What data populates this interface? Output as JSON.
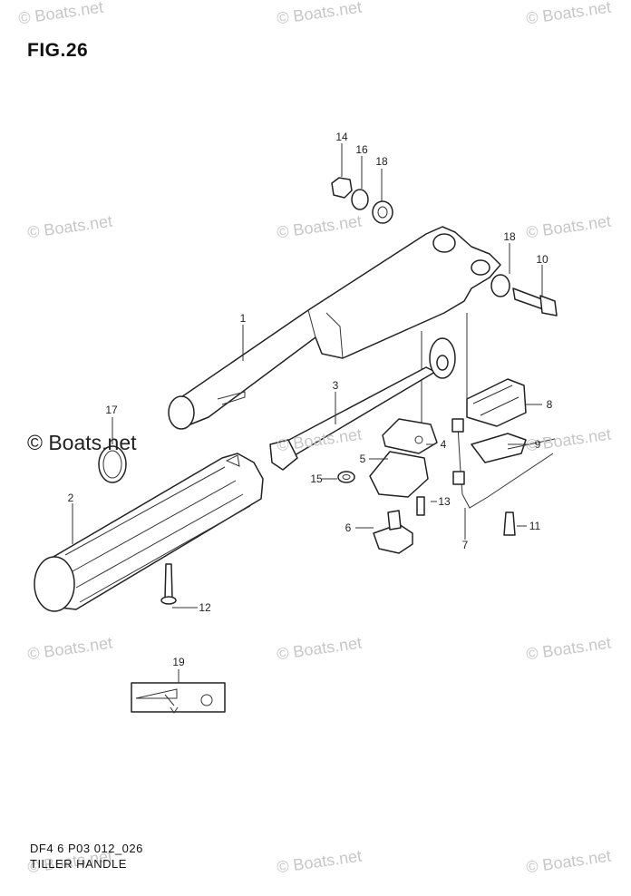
{
  "figure": {
    "title": "FIG.26"
  },
  "watermark": {
    "text": "© Boats.net",
    "prominent_text": "© Boats.net"
  },
  "footer": {
    "code": "DF4 6 P03 012_026",
    "name": "TILLER HANDLE"
  },
  "callouts": [
    {
      "id": "1",
      "part": "tiller-handle-arm"
    },
    {
      "id": "2",
      "part": "grip"
    },
    {
      "id": "3",
      "part": "throttle-shaft"
    },
    {
      "id": "4",
      "part": "plate"
    },
    {
      "id": "5",
      "part": "bracket"
    },
    {
      "id": "6",
      "part": "switch"
    },
    {
      "id": "7",
      "part": "cable"
    },
    {
      "id": "8",
      "part": "clamp"
    },
    {
      "id": "9",
      "part": "cable-plate"
    },
    {
      "id": "10",
      "part": "bolt"
    },
    {
      "id": "11",
      "part": "screw"
    },
    {
      "id": "12",
      "part": "screw"
    },
    {
      "id": "13",
      "part": "screw"
    },
    {
      "id": "14",
      "part": "nut"
    },
    {
      "id": "15",
      "part": "washer"
    },
    {
      "id": "16",
      "part": "washer"
    },
    {
      "id": "17",
      "part": "o-ring"
    },
    {
      "id": "18",
      "part": "bushing"
    },
    {
      "id": "18",
      "part": "bushing"
    },
    {
      "id": "19",
      "part": "label"
    }
  ]
}
